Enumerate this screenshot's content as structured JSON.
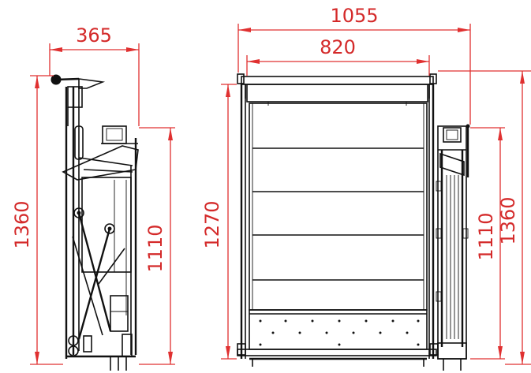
{
  "dimensions": {
    "left_view_width": "365",
    "left_view_total_height": "1360",
    "left_view_lower_height": "1110",
    "front_overall_width": "1055",
    "front_inner_width": "820",
    "front_height": "1270",
    "right_view_lower_height": "1110",
    "right_view_total_height": "1360"
  },
  "colors": {
    "dimension": "#e03030",
    "linework": "#111111"
  }
}
